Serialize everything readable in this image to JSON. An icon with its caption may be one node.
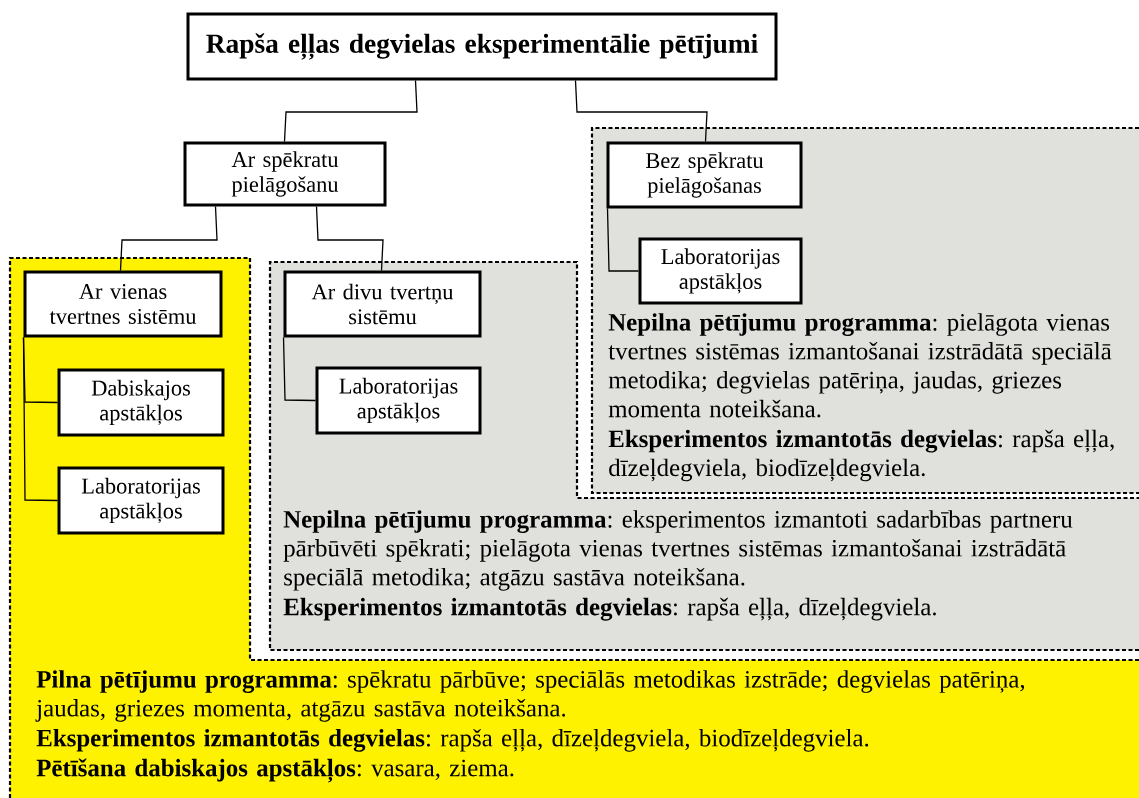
{
  "diagram": {
    "nodes": [
      {
        "text": [
          "Rapša eļļas degvielas eksperimentālie pētījumi"
        ]
      },
      {
        "text": [
          "Ar spēkratu pielāgošanu"
        ]
      },
      {
        "text": [
          "**Nepilna pētījumu programma**: pielāgota vienas tvertnes sistēmas izmantošanai izstrādātā speciālā metodika; degvielas patēriņa, jaudas, griezes momenta noteikšana.",
          "**Eksperimentos izmantotās degvielas**: rapša eļļa, dīzeļdegviela, biodīzeļdegviela."
        ]
      },
      {
        "text": [
          "Bez spēkratu pielāgošanas"
        ],
        "in": 2
      },
      {
        "text": [
          "Laboratorijas apstākļos"
        ],
        "in": 2
      },
      {
        "text": [
          "**Nepilna pētījumu programma**: eksperimentos izmantoti sadarbības partneru pārbūvēti spēkrati; pielāgota vienas tvertnes sistēmas izmantošanai izstrādātā speciālā metodika; atgāzu sastāva noteikšana.",
          "**Eksperimentos izmantotās degvielas**: rapša eļļa, dīzeļdegviela."
        ]
      },
      {
        "text": [
          "Ar divu tvertņu sistēmu"
        ],
        "in": 5
      },
      {
        "text": [
          "Laboratorijas apstākļos"
        ],
        "in": 5
      },
      {
        "text": [
          "**Pilna pētījumu programma**: spēkratu pārbūve; speciālās metodikas izstrāde; degvielas patēriņa, jaudas, griezes momenta, atgāzu sastāva noteikšana.",
          "**Eksperimentos izmantotās degvielas**: rapša eļļa, dīzeļdegviela, biodīzeļdegviela.",
          "**Pētīšana dabiskajos apstākļos**: vasara, ziema."
        ]
      },
      {
        "text": [
          "Ar vienas tvertnes sistēmu"
        ],
        "in": 8
      },
      {
        "text": [
          "Dabiskajos apstākļos"
        ],
        "in": 8
      },
      {
        "text": [
          "Laboratorijas apstākļos"
        ],
        "in": 8
      }
    ],
    "edges": [
      {
        "from": 0,
        "to": 1,
        "arrow": "none"
      },
      {
        "from": 0,
        "to": 3,
        "arrow": "none"
      },
      {
        "from": 1,
        "to": 9,
        "arrow": "none"
      },
      {
        "from": 1,
        "to": 6,
        "arrow": "none"
      },
      {
        "from": 3,
        "to": 4,
        "arrow": "none"
      },
      {
        "from": 6,
        "to": 7,
        "arrow": "none"
      },
      {
        "from": 9,
        "to": 10,
        "arrow": "none"
      },
      {
        "from": 9,
        "to": 11,
        "arrow": "none"
      }
    ]
  }
}
